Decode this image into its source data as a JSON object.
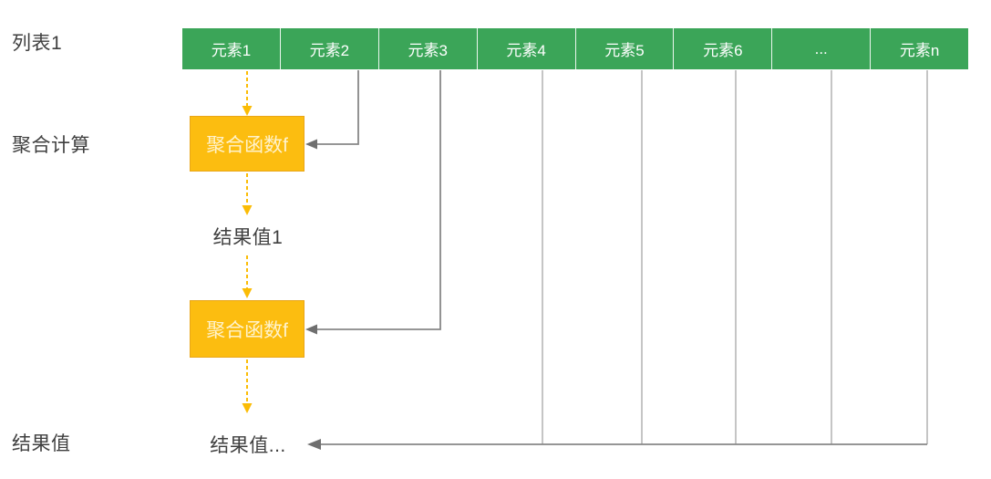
{
  "labels": {
    "list": "列表1",
    "aggregate": "聚合计算",
    "result": "结果值"
  },
  "list": {
    "cells": [
      {
        "label": "元素1"
      },
      {
        "label": "元素2"
      },
      {
        "label": "元素3"
      },
      {
        "label": "元素4"
      },
      {
        "label": "元素5"
      },
      {
        "label": "元素6"
      },
      {
        "label": "..."
      },
      {
        "label": "元素n"
      }
    ]
  },
  "aggregation": {
    "box1_label": "聚合函数f",
    "box2_label": "聚合函数f",
    "intermediate_result": "结果值1",
    "final_result": "结果值..."
  },
  "colors": {
    "cell_green": "#3BA558",
    "cell_text": "#FFFFFF",
    "box_yellow": "#FCBD10",
    "box_border": "#E9A617",
    "box_text": "#FFF3CC",
    "arrow_yellow": "#FBBC05",
    "connector_dark": "#878787",
    "arrowhead_dark": "#6F6F6F",
    "connector_light": "#B2B2B2",
    "text_dark": "#3F3F3F"
  }
}
